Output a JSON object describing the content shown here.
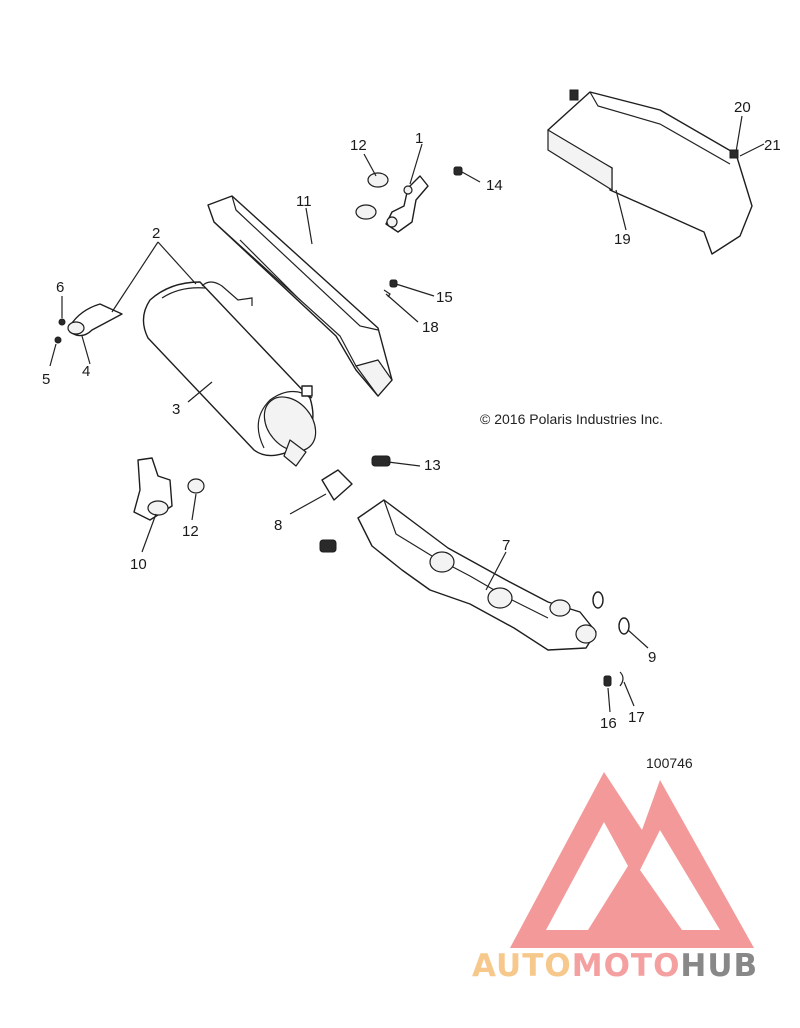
{
  "callouts": [
    "1",
    "2",
    "3",
    "4",
    "5",
    "6",
    "7",
    "8",
    "9",
    "10",
    "11",
    "12",
    "12",
    "13",
    "14",
    "15",
    "16",
    "17",
    "18",
    "19",
    "20",
    "21"
  ],
  "copyright": "© 2016 Polaris Industries Inc.",
  "diagram_id": "100746",
  "watermark": {
    "part1": "AUTO",
    "part2": "MOTO",
    "part3": "HUB",
    "colors": {
      "auto": "#f6c88c",
      "moto": "#f4a0a0",
      "hub": "#888888",
      "triangle": "#f28e8e"
    }
  }
}
